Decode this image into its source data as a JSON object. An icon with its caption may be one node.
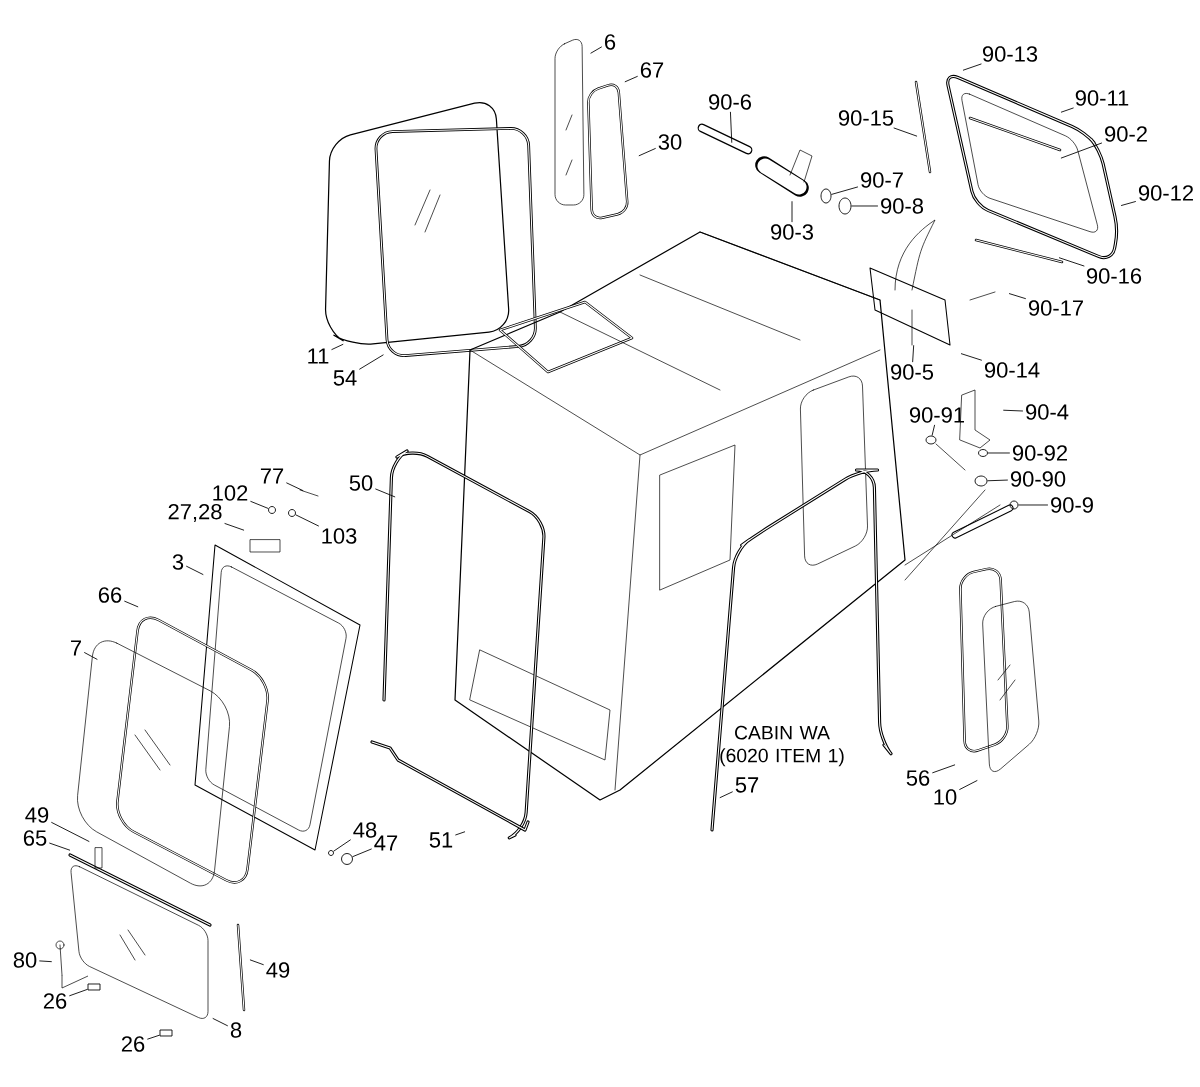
{
  "diagram": {
    "nodes": [
      {
        "text": [
          "6"
        ]
      },
      {
        "text": [
          "67"
        ]
      },
      {
        "text": [
          "30"
        ]
      },
      {
        "text": [
          "90-13"
        ]
      },
      {
        "text": [
          "90-6"
        ]
      },
      {
        "text": [
          "90-11"
        ]
      },
      {
        "text": [
          "90-15"
        ]
      },
      {
        "text": [
          "90-2"
        ]
      },
      {
        "text": [
          "90-7"
        ]
      },
      {
        "text": [
          "90-12"
        ]
      },
      {
        "text": [
          "90-8"
        ]
      },
      {
        "text": [
          "90-3"
        ]
      },
      {
        "text": [
          "90-16"
        ]
      },
      {
        "text": [
          "90-17"
        ]
      },
      {
        "text": [
          "11"
        ]
      },
      {
        "text": [
          "54"
        ]
      },
      {
        "text": [
          "90-14"
        ]
      },
      {
        "text": [
          "90-5"
        ]
      },
      {
        "text": [
          "90-4"
        ]
      },
      {
        "text": [
          "90-91"
        ]
      },
      {
        "text": [
          "90-92"
        ]
      },
      {
        "text": [
          "77"
        ]
      },
      {
        "text": [
          "90-90"
        ]
      },
      {
        "text": [
          "50"
        ]
      },
      {
        "text": [
          "102"
        ]
      },
      {
        "text": [
          "90-9"
        ]
      },
      {
        "text": [
          "27,28"
        ]
      },
      {
        "text": [
          "103"
        ]
      },
      {
        "text": [
          "3"
        ]
      },
      {
        "text": [
          "66"
        ]
      },
      {
        "text": [
          "7"
        ]
      },
      {
        "text": [
          "56"
        ]
      },
      {
        "text": [
          "57"
        ]
      },
      {
        "text": [
          "10"
        ]
      },
      {
        "text": [
          "49"
        ]
      },
      {
        "text": [
          "48"
        ]
      },
      {
        "text": [
          "65"
        ]
      },
      {
        "text": [
          "47"
        ]
      },
      {
        "text": [
          "51"
        ]
      },
      {
        "text": [
          "49"
        ]
      },
      {
        "text": [
          "80"
        ]
      },
      {
        "text": [
          "26"
        ]
      },
      {
        "text": [
          "8"
        ]
      },
      {
        "text": [
          "26"
        ]
      },
      {
        "text": [],
        "shape": "circle"
      },
      {
        "text": [],
        "shape": "circle"
      },
      {
        "text": [],
        "shape": "circle"
      },
      {
        "text": [],
        "shape": "circle"
      },
      {
        "text": [],
        "shape": "circle"
      },
      {
        "text": [],
        "shape": "circle"
      },
      {
        "text": [],
        "shape": "circle"
      },
      {
        "text": [],
        "shape": "circle"
      },
      {
        "text": [],
        "shape": "circle"
      },
      {
        "text": [],
        "shape": "box"
      },
      {
        "text": [],
        "shape": "box"
      },
      {
        "text": [],
        "shape": "circle"
      }
    ],
    "edges": [
      {
        "from": 0,
        "to": null,
        "arrow": "none"
      },
      {
        "from": 1,
        "to": null,
        "arrow": "none"
      },
      {
        "from": 2,
        "to": null,
        "arrow": "none"
      },
      {
        "from": 3,
        "to": null,
        "arrow": "none"
      },
      {
        "from": 4,
        "to": null,
        "arrow": "none"
      },
      {
        "from": 5,
        "to": null,
        "arrow": "none"
      },
      {
        "from": 6,
        "to": null,
        "arrow": "none"
      },
      {
        "from": 7,
        "to": null,
        "arrow": "none"
      },
      {
        "from": 8,
        "to": 44,
        "arrow": "none"
      },
      {
        "from": 9,
        "to": null,
        "arrow": "none"
      },
      {
        "from": 10,
        "to": 45,
        "arrow": "none"
      },
      {
        "from": 11,
        "to": null,
        "arrow": "none"
      },
      {
        "from": 12,
        "to": null,
        "arrow": "none"
      },
      {
        "from": 13,
        "to": null,
        "arrow": "none"
      },
      {
        "from": 14,
        "to": null,
        "arrow": "none"
      },
      {
        "from": 15,
        "to": null,
        "arrow": "none"
      },
      {
        "from": 16,
        "to": null,
        "arrow": "none"
      },
      {
        "from": 17,
        "to": null,
        "arrow": "none"
      },
      {
        "from": 18,
        "to": null,
        "arrow": "none"
      },
      {
        "from": 19,
        "to": 46,
        "arrow": "none"
      },
      {
        "from": 20,
        "to": 47,
        "arrow": "none"
      },
      {
        "from": 21,
        "to": null,
        "arrow": "none"
      },
      {
        "from": 22,
        "to": 48,
        "arrow": "none"
      },
      {
        "from": 23,
        "to": null,
        "arrow": "none"
      },
      {
        "from": 24,
        "to": 49,
        "arrow": "none"
      },
      {
        "from": 25,
        "to": 50,
        "arrow": "none"
      },
      {
        "from": 26,
        "to": null,
        "arrow": "none"
      },
      {
        "from": 27,
        "to": 55,
        "arrow": "none"
      },
      {
        "from": 28,
        "to": null,
        "arrow": "none"
      },
      {
        "from": 29,
        "to": null,
        "arrow": "none"
      },
      {
        "from": 30,
        "to": null,
        "arrow": "none"
      },
      {
        "from": 31,
        "to": null,
        "arrow": "none"
      },
      {
        "from": 32,
        "to": null,
        "arrow": "none"
      },
      {
        "from": 33,
        "to": null,
        "arrow": "none"
      },
      {
        "from": 34,
        "to": null,
        "arrow": "none"
      },
      {
        "from": 35,
        "to": 51,
        "arrow": "none"
      },
      {
        "from": 36,
        "to": null,
        "arrow": "none"
      },
      {
        "from": 37,
        "to": 52,
        "arrow": "none"
      },
      {
        "from": 38,
        "to": null,
        "arrow": "none"
      },
      {
        "from": 39,
        "to": null,
        "arrow": "none"
      },
      {
        "from": 40,
        "to": null,
        "arrow": "none"
      },
      {
        "from": 41,
        "to": 53,
        "arrow": "none"
      },
      {
        "from": 42,
        "to": null,
        "arrow": "none"
      },
      {
        "from": 43,
        "to": 54,
        "arrow": "none"
      }
    ],
    "labels": [
      "CABIN WA (6020 ITEM 1)"
    ]
  }
}
